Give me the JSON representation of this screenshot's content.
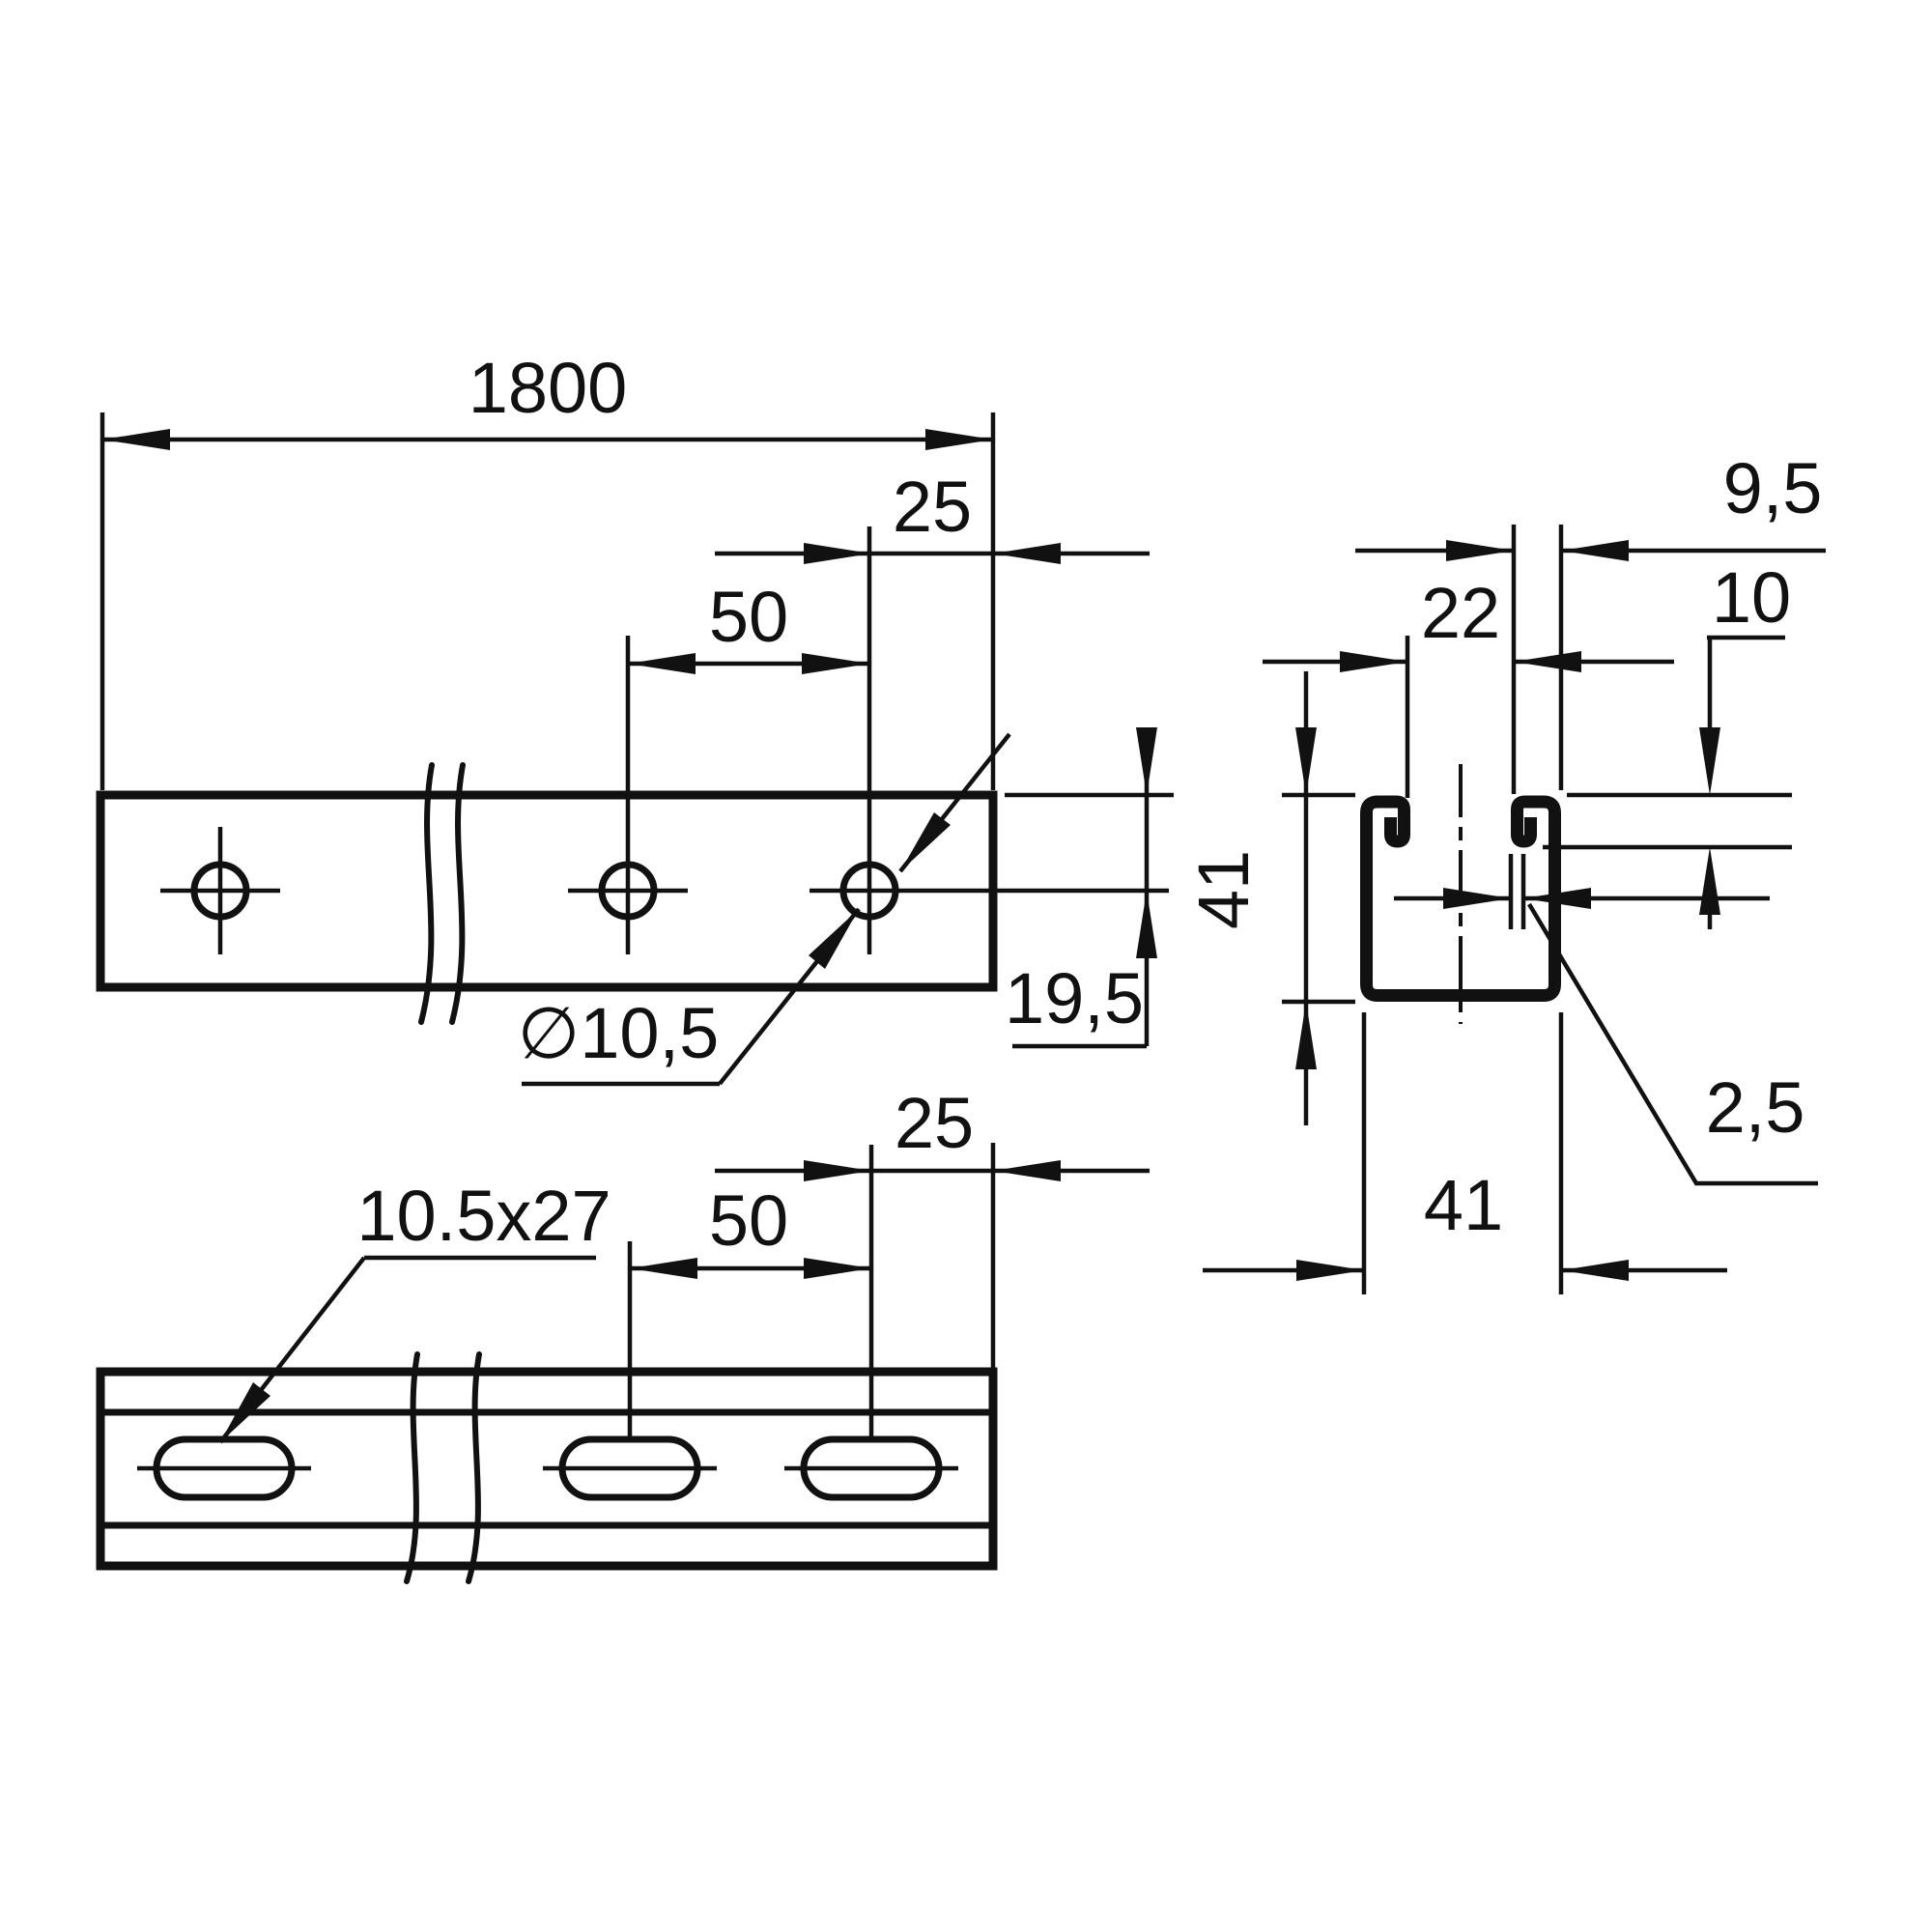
{
  "drawing": {
    "kind": "strut-channel technical drawing, three views",
    "colors": {
      "line": "#111111",
      "background": "#ffffff"
    },
    "side_view": {
      "length": "1800",
      "end_offset": "25",
      "hole_pitch": "50",
      "hole_diameter": "∅10,5",
      "hole_edge_distance": "19,5"
    },
    "face_view": {
      "slot_size": "10.5x27",
      "slot_pitch": "50",
      "end_offset": "25"
    },
    "section_view": {
      "flange_lip": "9,5",
      "lip_depth": "10",
      "slot_width": "22",
      "height": "41",
      "width": "41",
      "thickness": "2,5"
    }
  }
}
